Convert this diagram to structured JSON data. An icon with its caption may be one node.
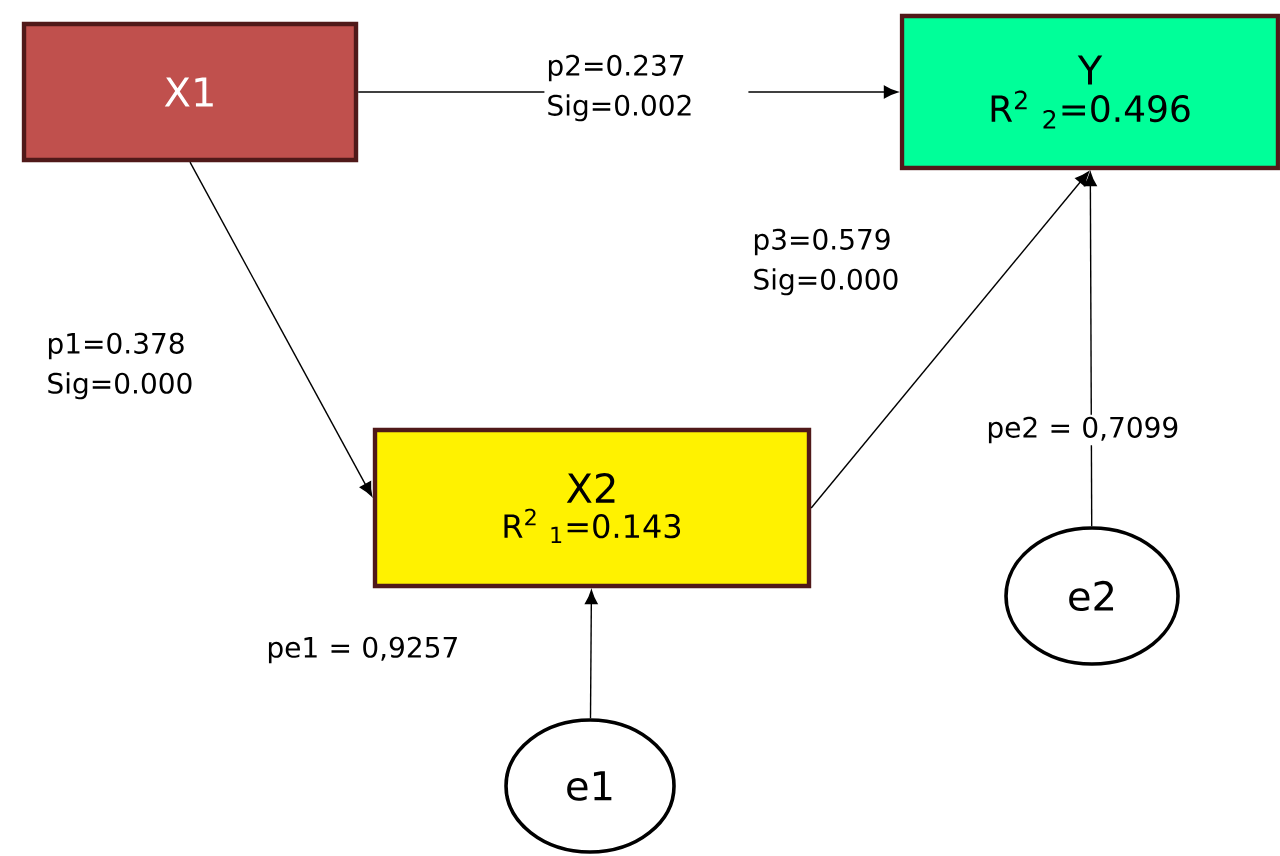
{
  "diagram": {
    "nodes": [
      {
        "text": [
          "X1"
        ]
      },
      {
        "text": [
          "Y",
          "R$^{2}$ $_{2}$=0.496"
        ]
      },
      {
        "text": [
          "X2",
          "R$^{2}$ $_{1}$=0.143"
        ]
      },
      {
        "text": [
          "e1"
        ]
      },
      {
        "text": [
          "e2"
        ]
      }
    ],
    "edges": [
      {
        "from": 0,
        "to": 1,
        "arrow": "to",
        "label": "p2=0.237 Sig=0.002"
      },
      {
        "from": 0,
        "to": 2,
        "arrow": "to",
        "label": "p1=0.378 Sig=0.000"
      },
      {
        "from": 2,
        "to": 1,
        "arrow": "to",
        "label": "p3=0.579 Sig=0.000"
      },
      {
        "from": 3,
        "to": 2,
        "arrow": "to",
        "label": "pe1 = 0,9257"
      },
      {
        "from": 4,
        "to": 1,
        "arrow": "to",
        "label": "pe2 = 0,7099"
      }
    ]
  }
}
